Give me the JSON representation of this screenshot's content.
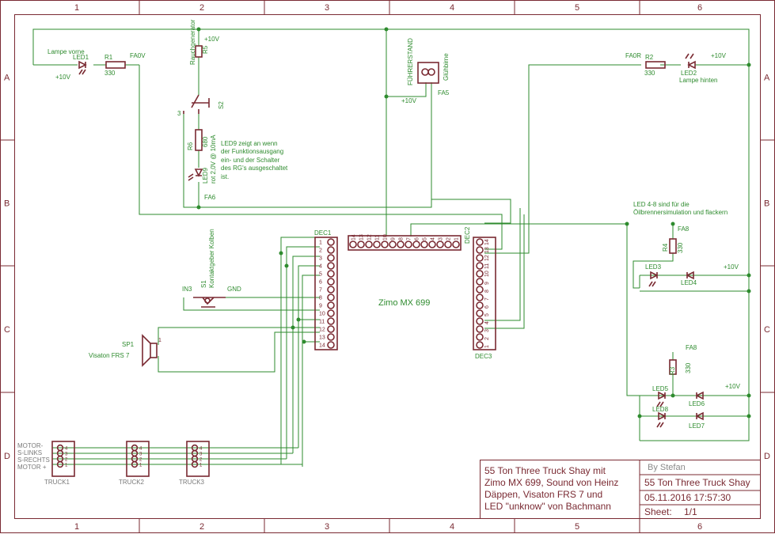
{
  "frame": {
    "columns": [
      "1",
      "2",
      "3",
      "4",
      "5",
      "6"
    ],
    "rows": [
      "A",
      "B",
      "C",
      "D"
    ]
  },
  "center_title": "Zimo MX 699",
  "notes": {
    "led9": [
      "LED9 zeigt an wenn",
      "der Funktionsausgang",
      "ein- und der Schalter",
      "des RG's ausgeschaltet",
      "ist."
    ],
    "led48": [
      "LED 4-8 sind für die",
      "Öilbrennersimulation und flackern"
    ]
  },
  "components": {
    "led1": {
      "label": "Lampe vorne",
      "name": "LED1",
      "supply": "+10V"
    },
    "r1": {
      "name": "R1",
      "value": "330",
      "net": "FA0V"
    },
    "r5": {
      "name": "R5",
      "supply": "+10V",
      "function": "Rauchgenerator"
    },
    "s2": {
      "name": "S2",
      "pin": "3"
    },
    "r6": {
      "name": "R6",
      "value": "680"
    },
    "led9": {
      "name": "LED9",
      "rating": "rot 2,0V @ 10mA",
      "net": "FA6"
    },
    "gluehbirne": {
      "label": "FÜHRERSTAND",
      "name": "Glühbirne",
      "supply": "+10V",
      "net": "FA5"
    },
    "r2": {
      "name": "R2",
      "value": "330",
      "net": "FA0R"
    },
    "led2": {
      "name": "LED2",
      "label": "Lampe hinten",
      "supply": "+10V"
    },
    "r4": {
      "name": "R4",
      "value": "330",
      "net": "FA8"
    },
    "led3": {
      "name": "LED3"
    },
    "led4": {
      "name": "LED4",
      "supply": "+10V"
    },
    "r3": {
      "name": "R3",
      "value": "330",
      "net": "FA8"
    },
    "led5": {
      "name": "LED5",
      "supply": "+10V"
    },
    "led6": {
      "name": "LED6"
    },
    "led7": {
      "name": "LED7"
    },
    "led8": {
      "name": "LED8"
    },
    "s1": {
      "name": "S1",
      "label": "Kontaktgeber Kolben",
      "net_in": "IN3",
      "net_gnd": "GND"
    },
    "sp1": {
      "name": "SP1",
      "label": "Visaton FRS 7",
      "pin": "1"
    }
  },
  "connectors": {
    "dec1": {
      "name": "DEC1",
      "pins": [
        "1",
        "2",
        "3",
        "4",
        "5",
        "6",
        "7",
        "8",
        "9",
        "10",
        "11",
        "12",
        "13",
        "14"
      ]
    },
    "dec2": {
      "name": "DEC2",
      "pins": [
        "14",
        "13",
        "12",
        "11",
        "10",
        "9",
        "8",
        "7",
        "6",
        "5",
        "4",
        "3",
        "2",
        "1"
      ]
    },
    "dec3": {
      "name": "DEC3",
      "pins": [
        "14",
        "13",
        "12",
        "11",
        "10",
        "9",
        "8",
        "7",
        "6",
        "5",
        "4",
        "3",
        "2",
        "1"
      ]
    },
    "truck1": {
      "name": "TRUCK1",
      "pins": [
        "4",
        "3",
        "2",
        "1"
      ]
    },
    "truck2": {
      "name": "TRUCK2",
      "pins": [
        "4",
        "3",
        "2",
        "1"
      ]
    },
    "truck3": {
      "name": "TRUCK3",
      "pins": [
        "4",
        "3",
        "2",
        "1"
      ]
    }
  },
  "motor_labels": [
    "MOTOR-",
    "S-LINKS",
    "S-RECHTS",
    "MOTOR +"
  ],
  "title_block": {
    "description": [
      "55 Ton Three Truck Shay mit",
      "Zimo MX 699, Sound von Heinz",
      "Däppen, Visaton FRS 7 und",
      "LED \"unknow\" von Bachmann"
    ],
    "author": "By Stefan",
    "title": "55 Ton Three Truck Shay",
    "date": "05.11.2016 17:57:30",
    "sheet_label": "Sheet:",
    "sheet_value": "1/1"
  }
}
